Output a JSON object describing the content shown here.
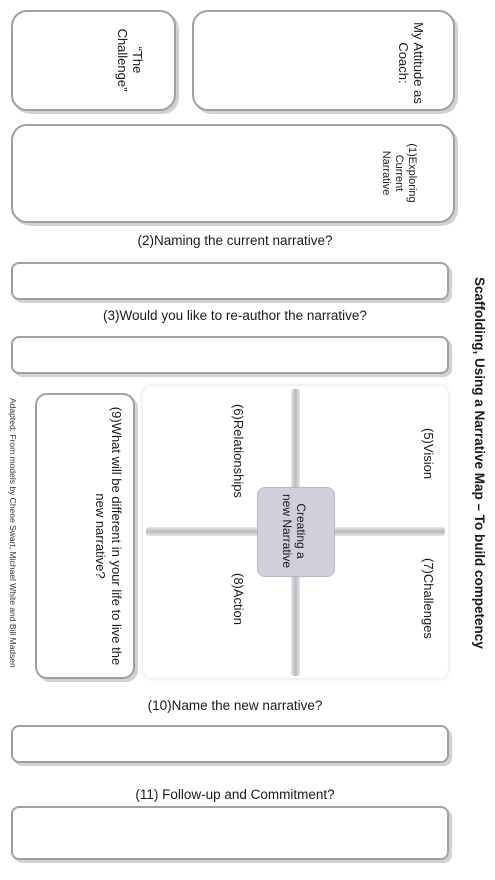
{
  "title": "Scaffolding, Using a Narrative Map – To build competency",
  "boxes": {
    "challenge": "“The Challenge”",
    "attitude": "My Attitude as Coach:",
    "exploring": "(1)Exploring Current Narrative",
    "what_different": "(9)What will be different in your life to live the new narrative?"
  },
  "steps": {
    "naming": "(2)Naming the current narrative?",
    "reauthor": "(3)Would you like to re-author the narrative?",
    "name_new": "(10)Name the new narrative?",
    "followup": "(11) Follow-up and Commitment?"
  },
  "map": {
    "vision": "(5)Vision",
    "relationships": "(6)Relationships",
    "challenges": "(7)Challenges",
    "action": "(8)Action",
    "center": "Creating a new Narrative"
  },
  "credit": "Adapted: From models by Chene Swart, Michael White and Bill Madsen"
}
